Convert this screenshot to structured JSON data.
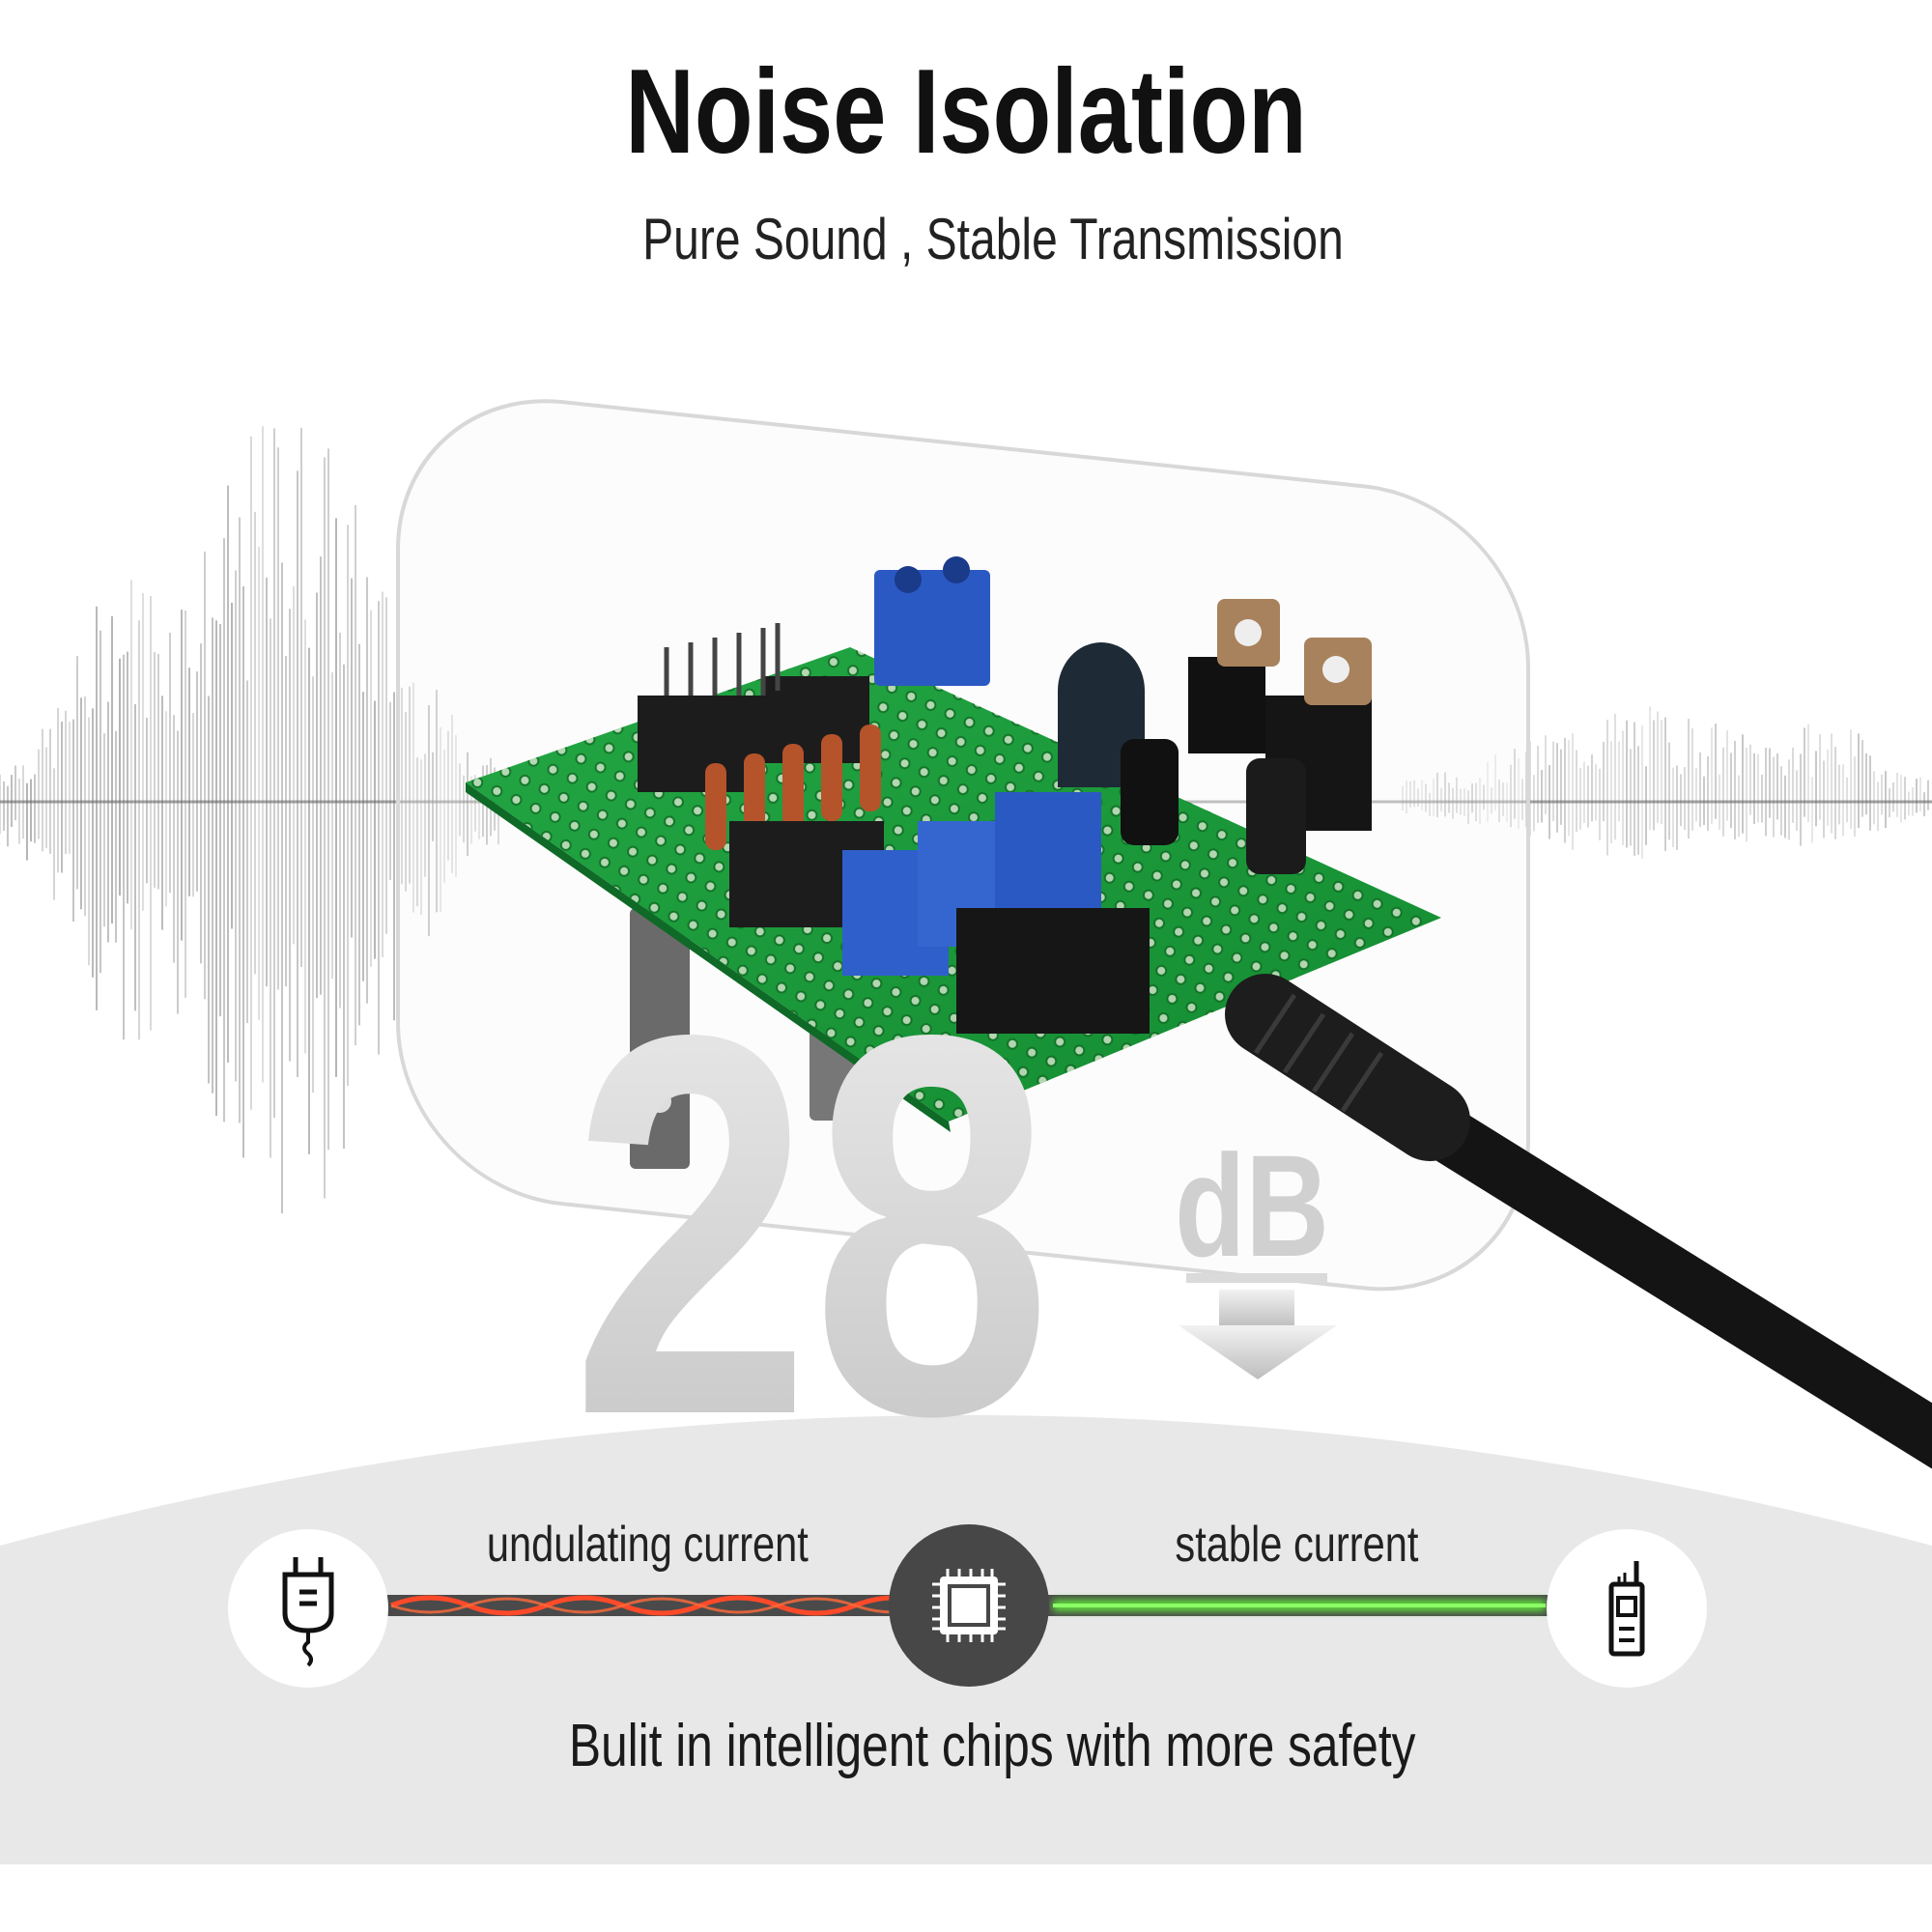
{
  "header": {
    "title": "Noise Isolation",
    "subtitle": "Pure Sound , Stable Transmission"
  },
  "badge": {
    "value": "28",
    "unit": "dB",
    "direction_icon": "arrow-down-icon"
  },
  "flow": {
    "left_label": "undulating current",
    "right_label": "stable current",
    "source_icon": "power-plug-icon",
    "chip_icon": "chip-icon",
    "device_icon": "walkie-talkie-icon"
  },
  "caption": "Bulit in intelligent chips with more safety",
  "colors": {
    "title": "#111111",
    "pcb_green": "#1f9a3c",
    "undulating_wave": "#ff4a2a",
    "stable_glow": "#5ee03a",
    "flow_line": "#4a4a4a",
    "chip_circle": "#474747",
    "dome": "#e8e8e8",
    "big_number": "#cfcfcf"
  }
}
